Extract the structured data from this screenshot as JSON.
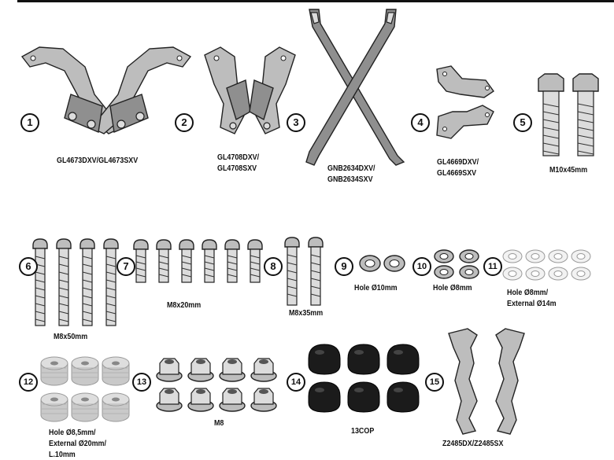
{
  "items": [
    {
      "number": "1",
      "label": ""
    },
    {
      "number": "2",
      "label": ""
    },
    {
      "number": "3",
      "label": ""
    },
    {
      "number": "4",
      "label": ""
    },
    {
      "number": "5",
      "label": ""
    },
    {
      "number": "6",
      "label": ""
    },
    {
      "number": "7",
      "label": ""
    },
    {
      "number": "8",
      "label": ""
    },
    {
      "number": "9",
      "label": ""
    },
    {
      "number": "10",
      "label": ""
    },
    {
      "number": "11",
      "label": ""
    },
    {
      "number": "12",
      "label": ""
    },
    {
      "number": "13",
      "label": ""
    },
    {
      "number": "14",
      "label": ""
    },
    {
      "number": "15",
      "label": ""
    }
  ],
  "captions": {
    "brackets_1_2": "GL4673DXV/GL4673SXV",
    "brackets_3_line1": "GL4708DXV/",
    "brackets_3_line2": "GL4708SXV",
    "cross_bar_line1": "GNB2634DXV/",
    "cross_bar_line2": "GNB2634SXV",
    "brackets_4_line1": "GL4669DXV/",
    "brackets_4_line2": "GL4669SXV",
    "bolts_5": "M10x45mm",
    "bolts_6": "M8x50mm",
    "bolts_7": "M8x20mm",
    "bolts_8": "M8x35mm",
    "washers_9": "Hole Ø10mm",
    "washers_10": "Hole Ø8mm",
    "washers_11_line1": "Hole Ø8mm/",
    "washers_11_line2": "External Ø14m",
    "spacers_12_line1": "Hole Ø8,5mm/",
    "spacers_12_line2": "External Ø20mm/",
    "spacers_12_line3": "L.10mm",
    "nuts_13": "M8",
    "caps_14": "13COP",
    "covers_15": "Z2485DX/Z2485SX"
  }
}
